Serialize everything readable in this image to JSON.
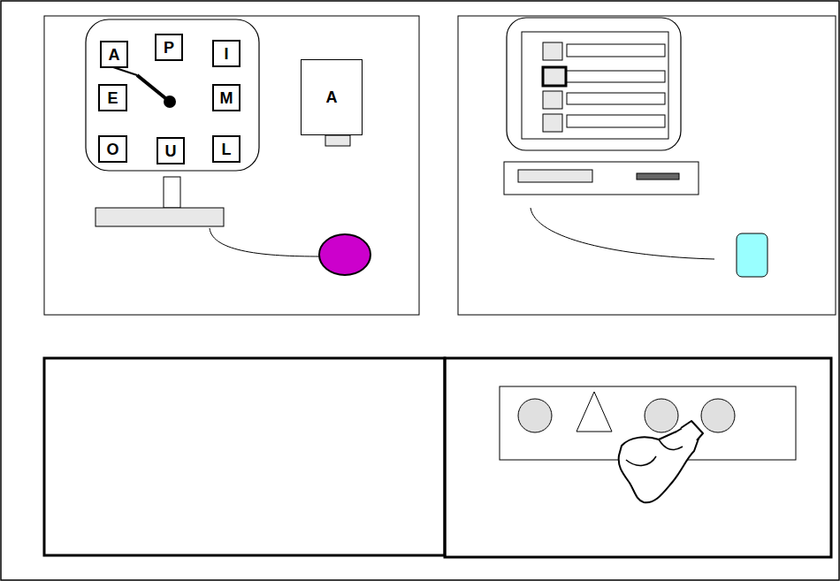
{
  "diagram": {
    "nodes": [
      {
        "text": [
          "A"
        ]
      },
      {
        "text": [
          "P"
        ]
      },
      {
        "text": [
          "I"
        ]
      },
      {
        "text": [
          "E"
        ]
      },
      {
        "text": [
          "M"
        ]
      },
      {
        "text": [
          "O"
        ]
      },
      {
        "text": [
          "U"
        ]
      },
      {
        "text": [
          "L"
        ]
      },
      {
        "text": [
          "A"
        ]
      }
    ]
  }
}
